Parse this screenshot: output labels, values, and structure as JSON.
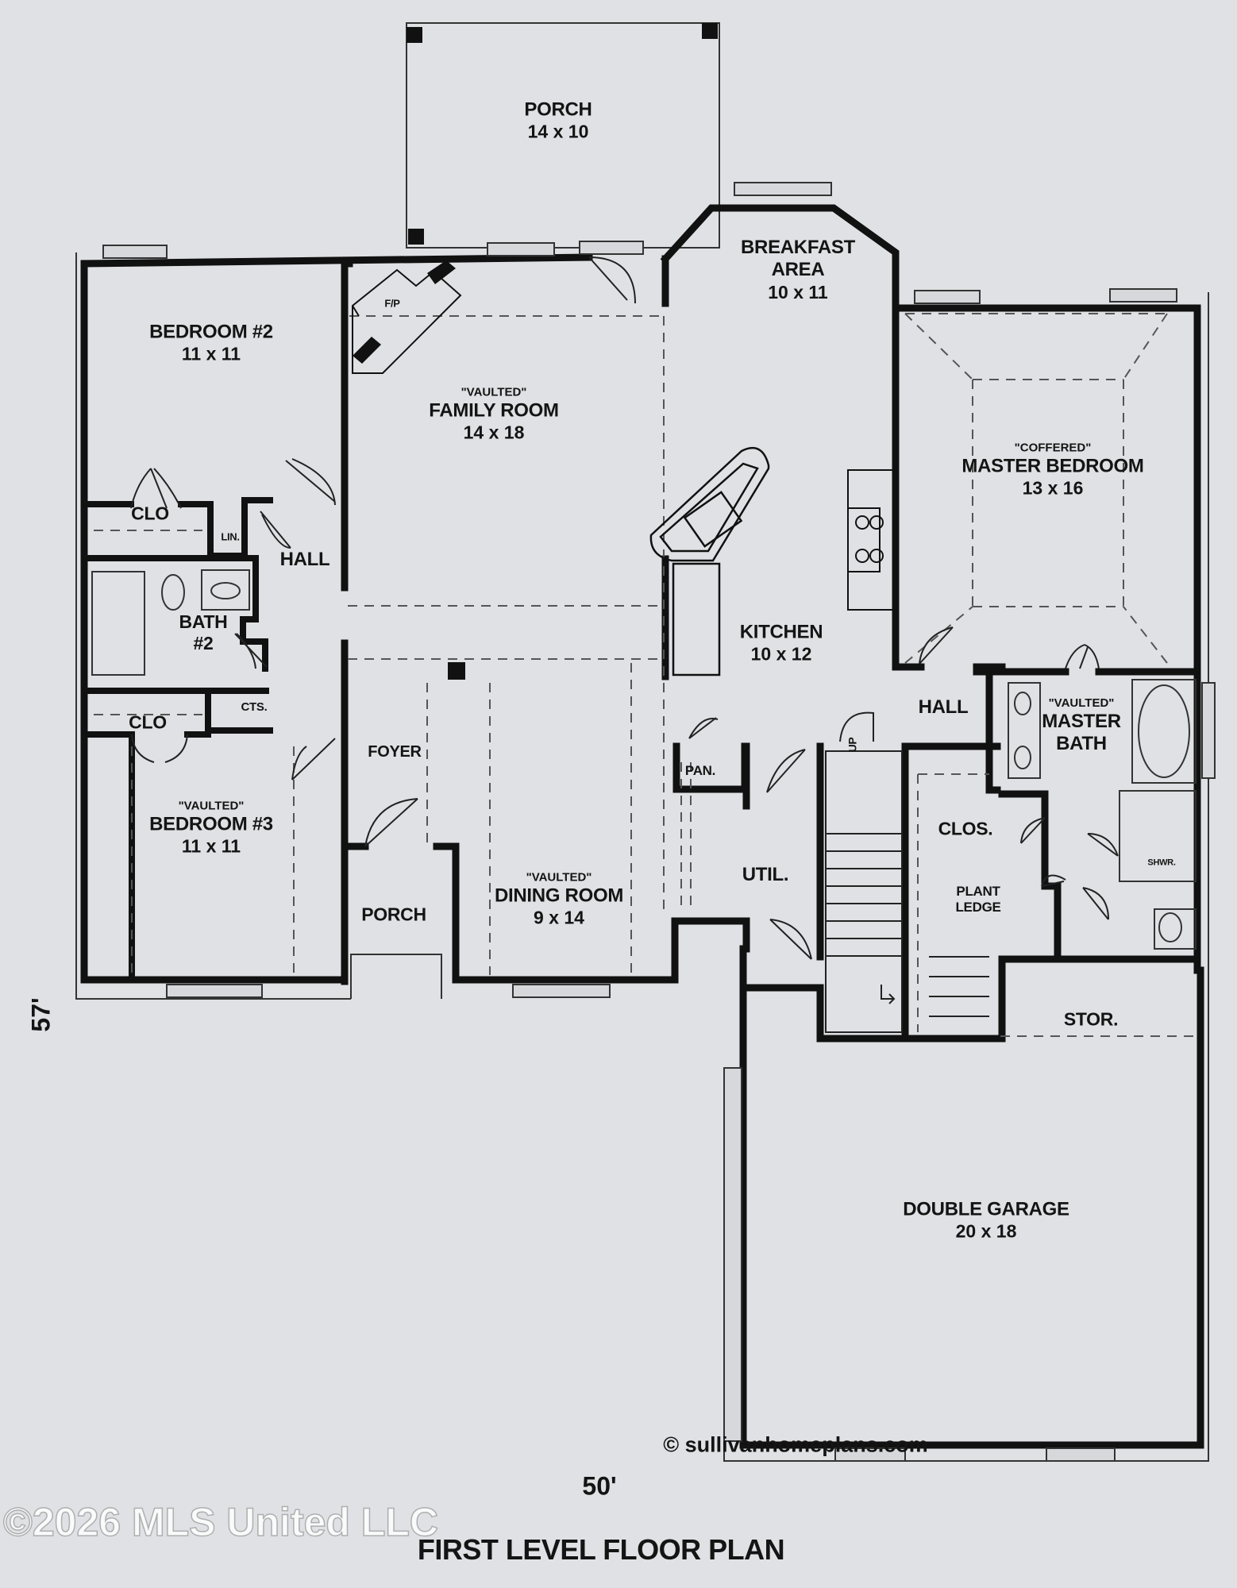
{
  "rooms": {
    "porch_rear": {
      "name": "PORCH",
      "dims": "14 x 10"
    },
    "breakfast": {
      "name": "BREAKFAST\nAREA",
      "dims": "10 x 11"
    },
    "bedroom2": {
      "name": "BEDROOM #2",
      "dims": "11 x 11"
    },
    "family": {
      "qualifier": "\"VAULTED\"",
      "name": "FAMILY ROOM",
      "dims": "14 x 18"
    },
    "master_bed": {
      "qualifier": "\"COFFERED\"",
      "name": "MASTER BEDROOM",
      "dims": "13 x 16"
    },
    "kitchen": {
      "name": "KITCHEN",
      "dims": "10 x 12"
    },
    "bedroom3": {
      "qualifier": "\"VAULTED\"",
      "name": "BEDROOM #3",
      "dims": "11 x 11"
    },
    "dining": {
      "qualifier": "\"VAULTED\"",
      "name": "DINING ROOM",
      "dims": "9 x 14"
    },
    "master_bath": {
      "qualifier": "\"VAULTED\"",
      "name": "MASTER\nBATH"
    },
    "garage": {
      "name": "DOUBLE GARAGE",
      "dims": "20 x 18"
    }
  },
  "labels": {
    "fp": "F/P",
    "clo_top": "CLO",
    "lin": "LIN.",
    "hall_left": "HALL",
    "bath2": "BATH\n#2",
    "cts": "CTS.",
    "clo_bottom": "CLO",
    "foyer": "FOYER",
    "porch_front": "PORCH",
    "pan": "PAN.",
    "util": "UTIL.",
    "up": "UP",
    "hall_right": "HALL",
    "clos": "CLOS.",
    "plant_ledge": "PLANT\nLEDGE",
    "shwr": "SHWR.",
    "stor": "STOR."
  },
  "dimensions": {
    "width": "50'",
    "depth": "57'"
  },
  "title": "FIRST LEVEL FLOOR PLAN",
  "credit": "© sullivanhomeplans.com",
  "watermark": "©2026 MLS United LLC"
}
